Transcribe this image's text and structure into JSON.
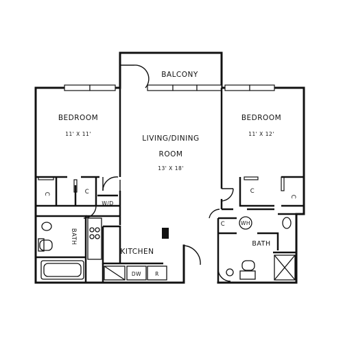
{
  "rooms": {
    "balcony": "BALCONY",
    "bedroom_left": "BEDROOM",
    "bedroom_left_size": "11' X 11'",
    "living_line1": "LIVING/DINING",
    "living_line2": "ROOM",
    "living_size": "13' X 18'",
    "bedroom_right": "BEDROOM",
    "bedroom_right_size": "11' X 12'",
    "kitchen": "KITCHEN",
    "bath_left": "BATH",
    "bath_right": "BATH"
  },
  "fixtures": {
    "closet": "C",
    "washer_dryer": "W/D",
    "water_heater": "WH",
    "dishwasher": "DW",
    "refrigerator": "R"
  }
}
